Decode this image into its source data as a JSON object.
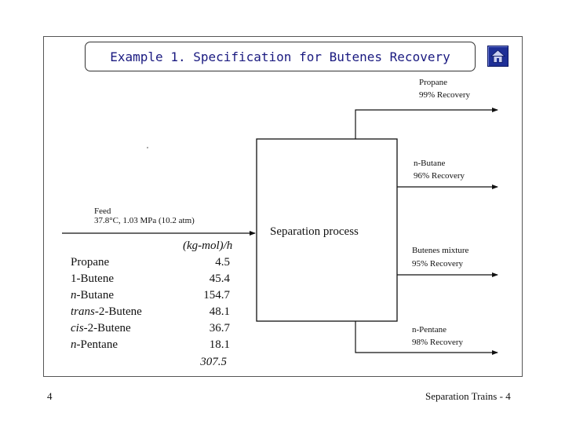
{
  "title": "Example 1. Specification for Butenes Recovery",
  "icons": {
    "home": "home-icon"
  },
  "feed": {
    "label": "Feed",
    "conditions": "37.8°C, 1.03 MPa (10.2 atm)",
    "units": "(kg-mol)/h",
    "components": [
      {
        "prefix": "",
        "name": "Propane",
        "value": "4.5"
      },
      {
        "prefix": "",
        "name": "1-Butene",
        "value": "45.4"
      },
      {
        "prefix": "n",
        "name": "-Butane",
        "value": "154.7"
      },
      {
        "prefix": "trans",
        "name": "-2-Butene",
        "value": "48.1"
      },
      {
        "prefix": "cis",
        "name": "-2-Butene",
        "value": "36.7"
      },
      {
        "prefix": "n",
        "name": "-Pentane",
        "value": "18.1"
      }
    ],
    "total": "307.5"
  },
  "process": {
    "label": "Separation process"
  },
  "products": [
    {
      "name": "Propane",
      "recovery": "99% Recovery"
    },
    {
      "name": "n-Butane",
      "recovery": "96% Recovery"
    },
    {
      "name": "Butenes mixture",
      "recovery": "95% Recovery"
    },
    {
      "name": "n-Pentane",
      "recovery": "98% Recovery"
    }
  ],
  "footer": {
    "page_number": "4",
    "right_text": "Separation Trains - 4"
  }
}
